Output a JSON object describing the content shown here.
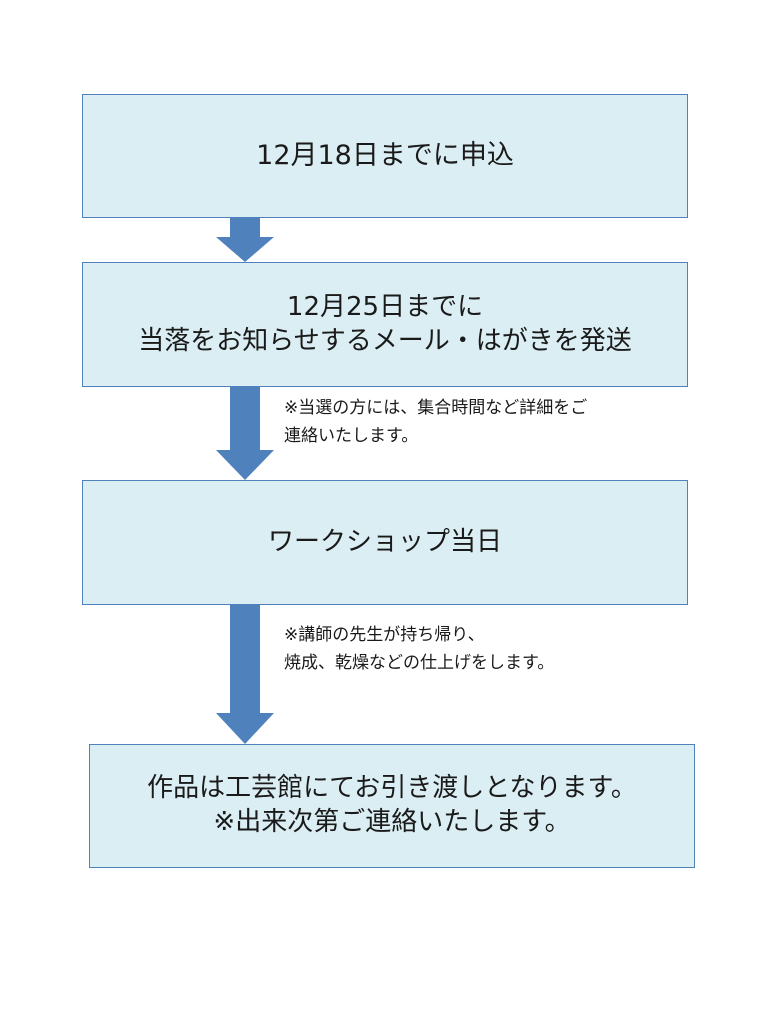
{
  "steps": [
    {
      "lines": [
        "12月18日までに申込"
      ]
    },
    {
      "lines": [
        "12月25日までに",
        "当落をお知らせするメール・はがきを発送"
      ]
    },
    {
      "lines": [
        "ワークショップ当日"
      ]
    },
    {
      "lines": [
        "作品は工芸館にてお引き渡しとなります。",
        "※出来次第ご連絡いたします。"
      ]
    }
  ],
  "notes": [
    {
      "lines": [
        "※当選の方には、集合時間など詳細をご",
        "連絡いたします。"
      ]
    },
    {
      "lines": [
        "※講師の先生が持ち帰り、",
        "焼成、乾燥などの仕上げをします。"
      ]
    }
  ],
  "colors": {
    "box_fill": "#dbeef4",
    "box_border": "#4f81bd",
    "arrow": "#4f81bd"
  }
}
